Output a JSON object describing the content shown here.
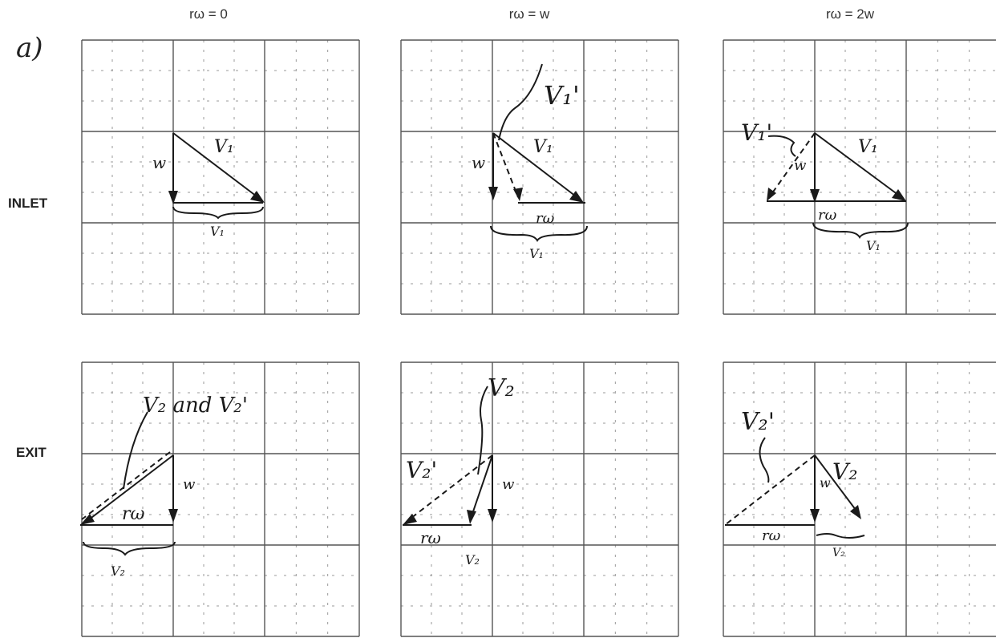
{
  "part_label": "a)",
  "columns": [
    {
      "header": "rω = 0"
    },
    {
      "header": "rω = w"
    },
    {
      "header": "rω = 2w"
    }
  ],
  "rows": [
    {
      "label": "INLET"
    },
    {
      "label": "EXIT"
    }
  ],
  "panels": {
    "inlet_0": {
      "w": "w",
      "v1": "V₁",
      "brace": "V₁"
    },
    "inlet_1": {
      "v1p": "V₁'",
      "w": "w",
      "v1": "V₁",
      "rw": "rω",
      "brace": "V₁"
    },
    "inlet_2": {
      "v1p": "V₁'",
      "w": "w",
      "v1": "V₁",
      "rw": "rω",
      "brace": "V₁"
    },
    "exit_0": {
      "v2": "V₂ and V₂'",
      "w": "w",
      "rw": "rω",
      "brace": "V₂"
    },
    "exit_1": {
      "v2": "V₂",
      "v2p": "V₂'",
      "w": "w",
      "rw": "rω",
      "brace": "V₂"
    },
    "exit_2": {
      "v2p": "V₂'",
      "w": "w",
      "v2": "V₂",
      "rw": "rω",
      "brace": "V₂"
    }
  },
  "colors": {
    "ink": "#1a1a1a",
    "grid": "#555555",
    "minor_grid": "#9a9a9a"
  }
}
